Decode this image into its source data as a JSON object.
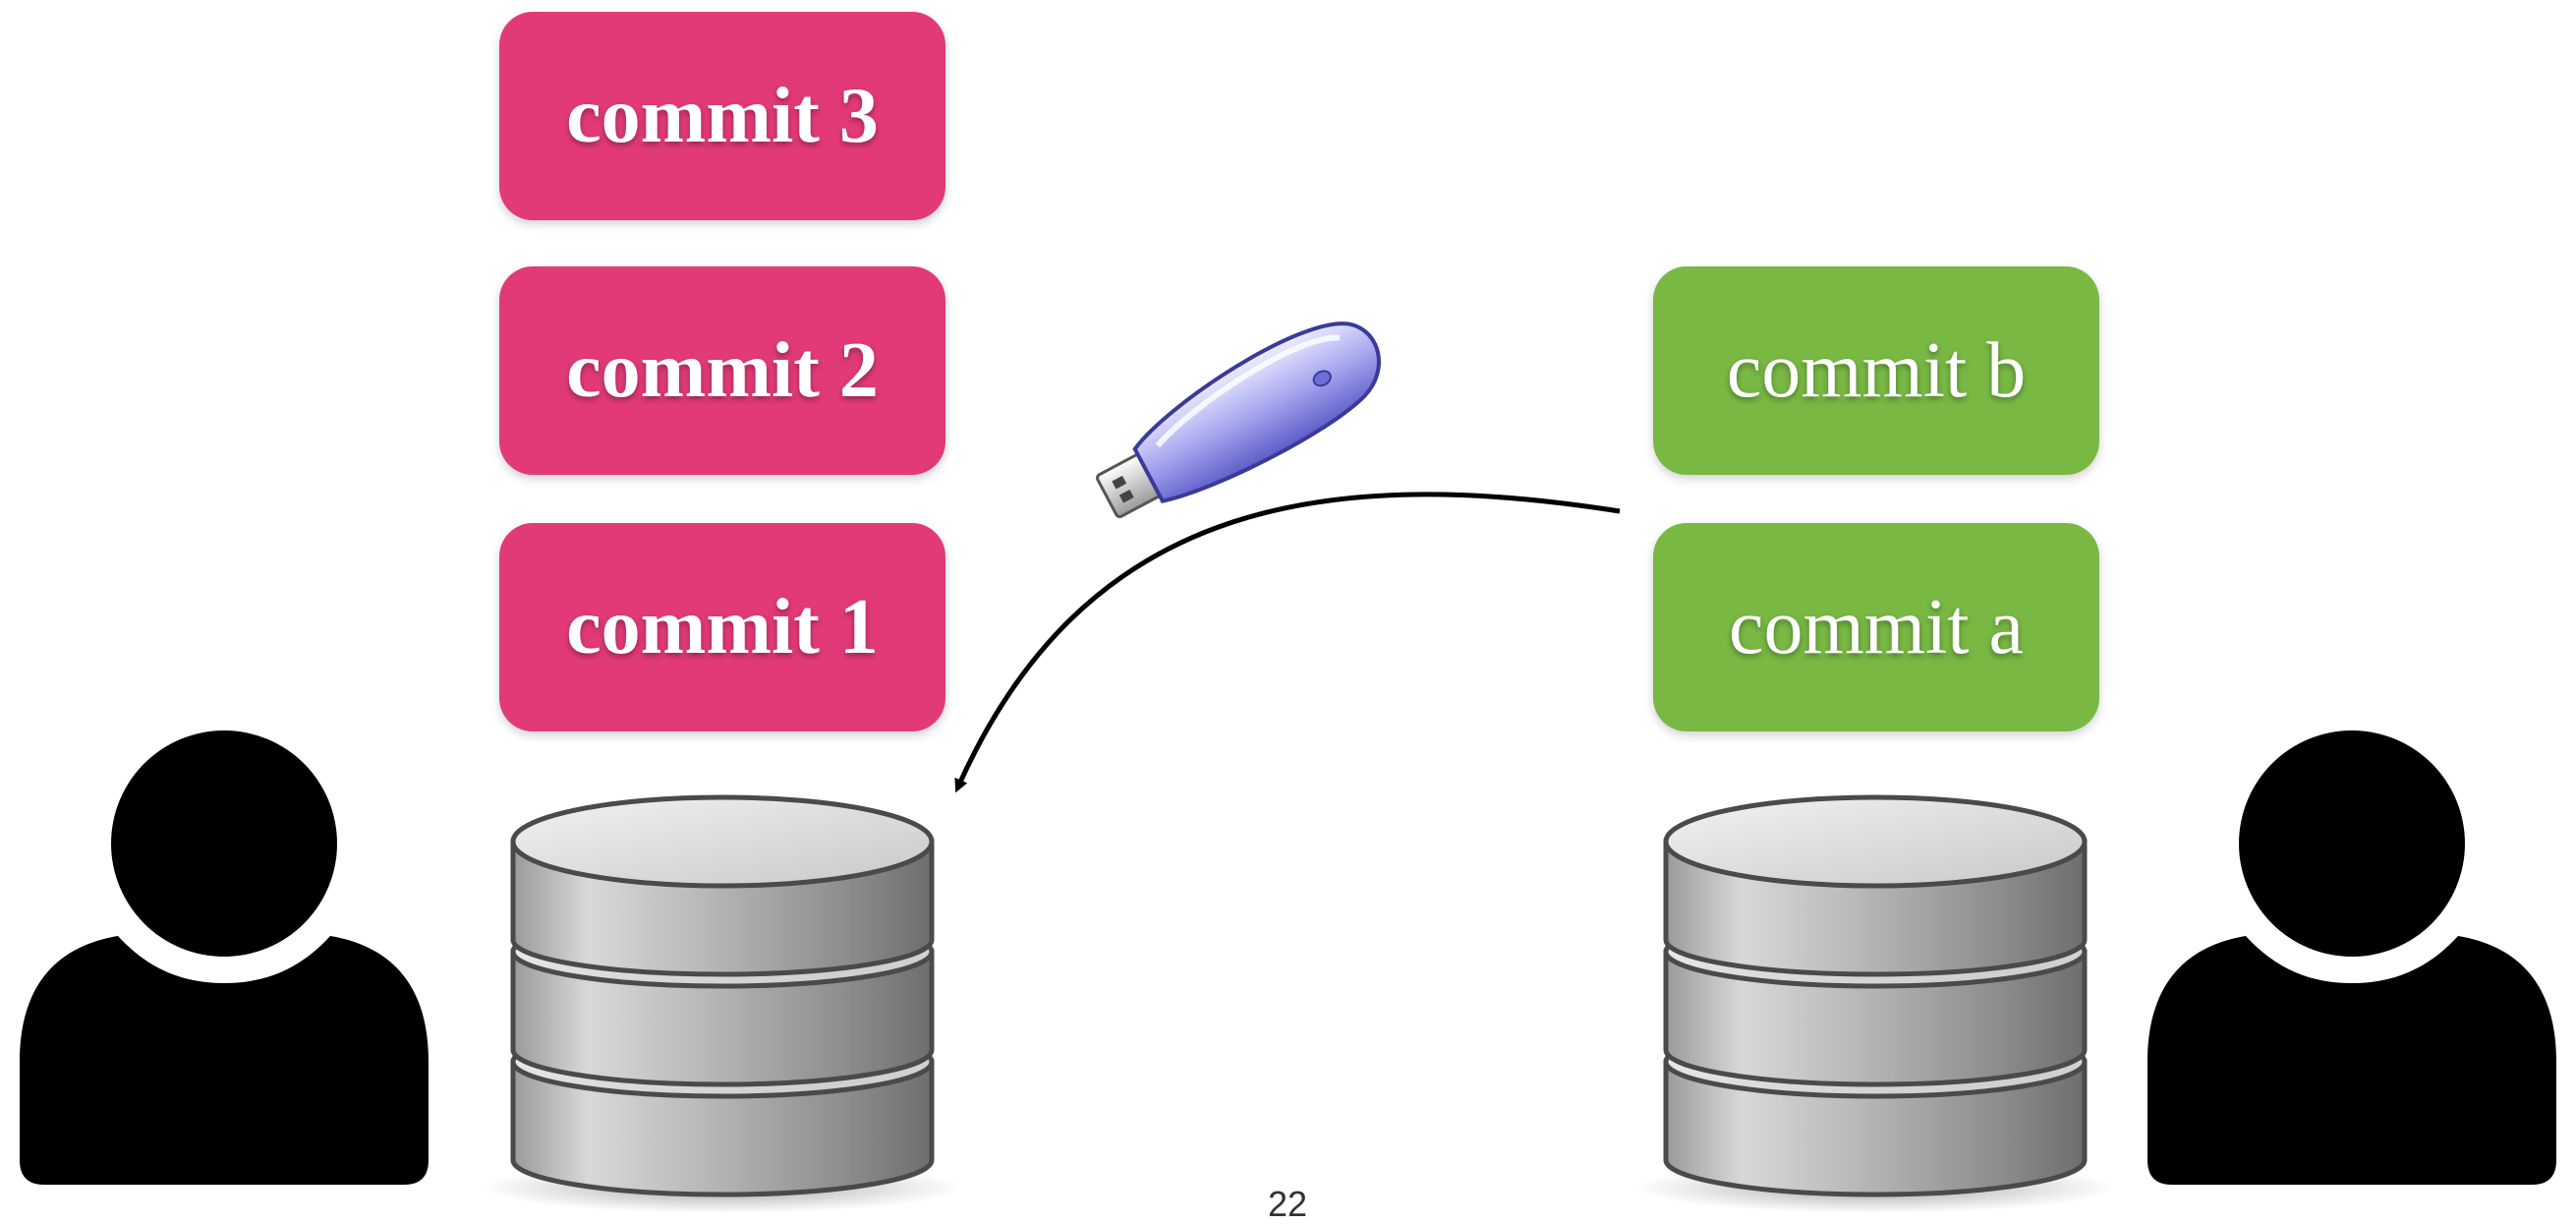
{
  "local_commits": [
    {
      "label": "commit 3"
    },
    {
      "label": "commit 2"
    },
    {
      "label": "commit 1"
    }
  ],
  "remote_commits": [
    {
      "label": "commit b"
    },
    {
      "label": "commit a"
    }
  ],
  "slide_number": "22",
  "colors": {
    "local_commit": "#e23a78",
    "remote_commit": "#78b843",
    "person": "#000000",
    "arrow": "#000000"
  },
  "icons": {
    "left_user": "person-icon",
    "right_user": "person-icon",
    "left_repository": "database-icon",
    "right_repository": "database-icon",
    "transfer_medium": "usb-drive-icon"
  }
}
